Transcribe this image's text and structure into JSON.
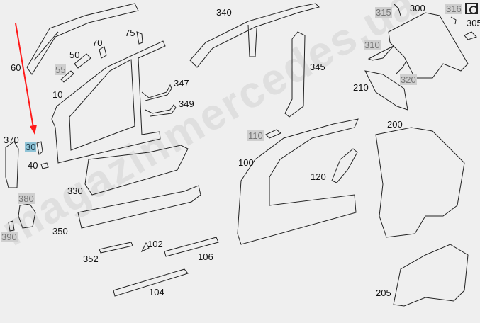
{
  "watermark": "magazinmercedes.ua",
  "labels": {
    "p10": "10",
    "p30": "30",
    "p40": "40",
    "p50": "50",
    "p55": "55",
    "p60": "60",
    "p70": "70",
    "p75": "75",
    "p100": "100",
    "p102": "102",
    "p104": "104",
    "p106": "106",
    "p110": "110",
    "p120": "120",
    "p200": "200",
    "p205": "205",
    "p210": "210",
    "p300": "300",
    "p305": "305",
    "p310": "310",
    "p315": "315",
    "p316": "316",
    "p320": "320",
    "p330": "330",
    "p340": "340",
    "p345": "345",
    "p347": "347",
    "p349": "349",
    "p350": "350",
    "p352": "352",
    "p370": "370",
    "p380": "380",
    "p390": "390"
  },
  "highlighted_part": "30",
  "colors": {
    "arrow": "#ff1a1a",
    "highlight": "#8fc3d6",
    "unavailable": "#cfcfcf"
  }
}
